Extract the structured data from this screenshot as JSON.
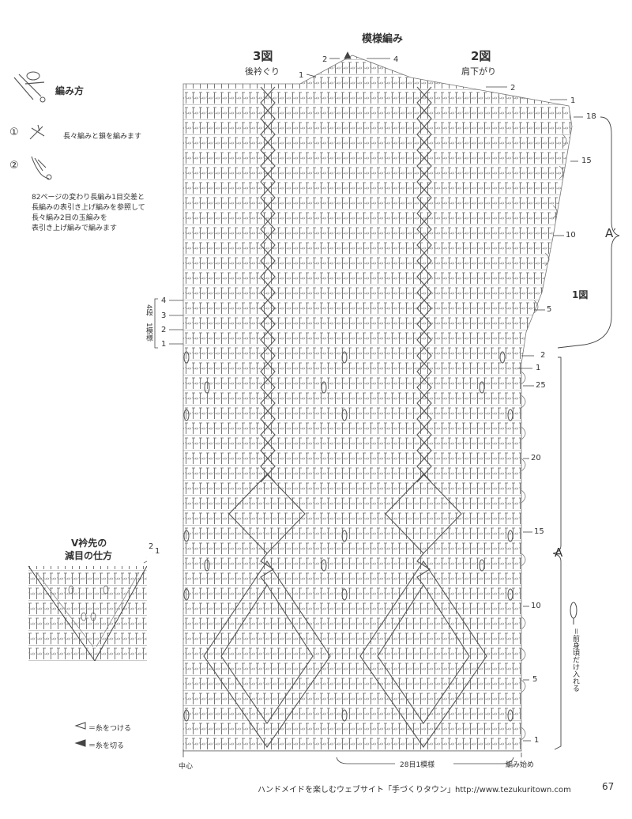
{
  "header": {
    "pattern_title": "模様編み"
  },
  "figures": {
    "fig3": {
      "label": "3図",
      "caption": "後衿ぐり"
    },
    "fig2": {
      "label": "2図",
      "caption": "肩下がり"
    },
    "fig1": {
      "label": "1図"
    }
  },
  "legend": {
    "title": "編み方",
    "step1": {
      "num": "①",
      "text": "長々編みと鎖を編みます"
    },
    "step2": {
      "num": "②"
    },
    "note_lines": [
      "82ページの変わり長編み1目交差と",
      "長編みの表引き上げ編みを参照して",
      "長々編み2目の玉編みを",
      "表引き上げ編みで編みます"
    ]
  },
  "left_rows": {
    "labels": [
      "4",
      "3",
      "2",
      "1"
    ],
    "caption_left": "4段",
    "caption_right": "1模様"
  },
  "top_markers": {
    "left_2": "2",
    "right_4": "4",
    "left_1": "1",
    "right_2": "2",
    "right_1": "1"
  },
  "right_rows_upper": [
    "18",
    "15",
    "10",
    "5"
  ],
  "right_rows_mid": [
    "2",
    "1"
  ],
  "right_rows_lower": [
    "25",
    "20",
    "15",
    "10",
    "5",
    "1"
  ],
  "brackets": {
    "a_prime": "A′",
    "a": "A"
  },
  "bottom": {
    "center": "中心",
    "repeat": "28目1模様",
    "start": "編み始め"
  },
  "side_note": "＝前身頃だけ入れる",
  "v_neck": {
    "title_line1": "V衿先の",
    "title_line2": "減目の仕方",
    "row_1": "1",
    "row_2": "2"
  },
  "symbols": {
    "attach": "＝糸をつける",
    "cut": "＝糸を切る"
  },
  "footer": {
    "text": "ハンドメイドを楽しむウェブサイト「手づくりタウン」http://www.tezukuritown.com",
    "page": "67"
  }
}
